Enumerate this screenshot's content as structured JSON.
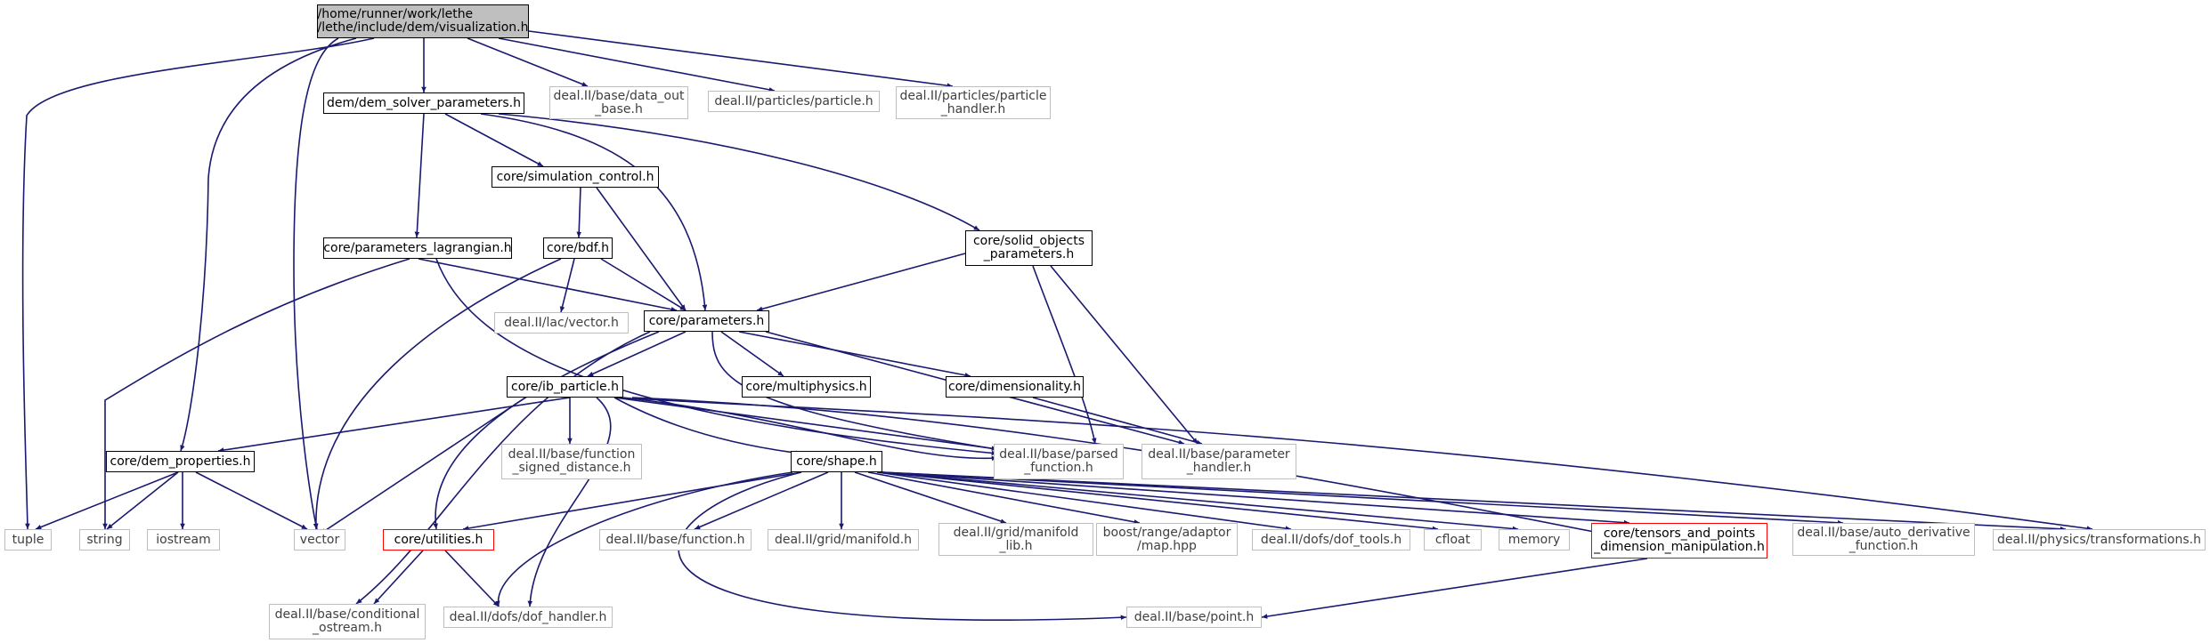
{
  "nodes": {
    "root": {
      "label": "/home/runner/work/lethe\n/lethe/include/dem/visualization.h"
    },
    "dem_solver_parameters": {
      "label": "dem/dem_solver_parameters.h"
    },
    "data_out_base": {
      "label": "deal.II/base/data_out\n_base.h"
    },
    "particle": {
      "label": "deal.II/particles/particle.h"
    },
    "particle_handler": {
      "label": "deal.II/particles/particle\n_handler.h"
    },
    "simulation_control": {
      "label": "core/simulation_control.h"
    },
    "parameters_lagrangian": {
      "label": "core/parameters_lagrangian.h"
    },
    "bdf": {
      "label": "core/bdf.h"
    },
    "solid_objects": {
      "label": "core/solid_objects\n_parameters.h"
    },
    "lac_vector": {
      "label": "deal.II/lac/vector.h"
    },
    "parameters": {
      "label": "core/parameters.h"
    },
    "ib_particle": {
      "label": "core/ib_particle.h"
    },
    "multiphysics": {
      "label": "core/multiphysics.h"
    },
    "dimensionality": {
      "label": "core/dimensionality.h"
    },
    "dem_properties": {
      "label": "core/dem_properties.h"
    },
    "function_signed_distance": {
      "label": "deal.II/base/function\n_signed_distance.h"
    },
    "parsed_function": {
      "label": "deal.II/base/parsed\n_function.h"
    },
    "parameter_handler": {
      "label": "deal.II/base/parameter\n_handler.h"
    },
    "shape": {
      "label": "core/shape.h"
    },
    "tuple": {
      "label": "tuple"
    },
    "string": {
      "label": "string"
    },
    "iostream": {
      "label": "iostream"
    },
    "vector": {
      "label": "vector"
    },
    "utilities": {
      "label": "core/utilities.h"
    },
    "base_function": {
      "label": "deal.II/base/function.h"
    },
    "grid_manifold": {
      "label": "deal.II/grid/manifold.h"
    },
    "manifold_lib": {
      "label": "deal.II/grid/manifold\n_lib.h"
    },
    "boost_map": {
      "label": "boost/range/adaptor\n/map.hpp"
    },
    "dof_tools": {
      "label": "deal.II/dofs/dof_tools.h"
    },
    "cfloat": {
      "label": "cfloat"
    },
    "memory": {
      "label": "memory"
    },
    "tensors": {
      "label": "core/tensors_and_points\n_dimension_manipulation.h"
    },
    "auto_derivative": {
      "label": "deal.II/base/auto_derivative\n_function.h"
    },
    "transformations": {
      "label": "deal.II/physics/transformations.h"
    },
    "conditional_ostream": {
      "label": "deal.II/base/conditional\n_ostream.h"
    },
    "dof_handler": {
      "label": "deal.II/dofs/dof_handler.h"
    },
    "point": {
      "label": "deal.II/base/point.h"
    }
  },
  "edge_color": "#191970"
}
